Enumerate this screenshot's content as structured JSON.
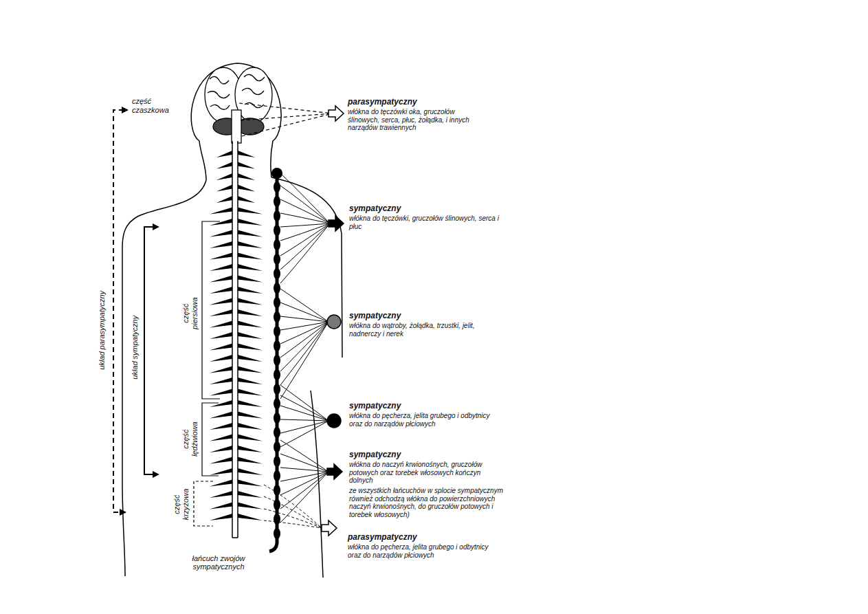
{
  "diagram": {
    "labels": [
      "część czaszkowa",
      "układ parasympatyczny",
      "układ sympatyczny",
      "część piersiowa",
      "część lędźwiowa",
      "część krzyżowa",
      "łańcuch zwojów sympatycznych",
      "parasympatyczny",
      "włókna do tęczówki oka, gruczołów ślinowych, serca, płuc, żołądka, i innych narządów trawiennych",
      "sympatyczny",
      "włókna do tęczówki, gruczołów ślinowych, serca i płuc",
      "sympatyczny",
      "włókna do wątroby, żołądka, trzustki, jelit, nadnerczy i nerek",
      "sympatyczny",
      "włókna do pęcherza, jelita grubego i odbytnicy oraz do narządów płciowych",
      "sympatyczny",
      "włókna do naczyń krwionośnych, gruczołów potowych oraz torebek włosowych kończyn dolnych",
      "ze wszystkich łańcuchów w splocie sympatycznym również odchodzą włókna do powierzchniowych naczyń krwionośnych, do gruczołów potowych i torebek włosowych)",
      "parasympatyczny",
      "włókna do pęcherza, jelita grubego i odbytnicy oraz do narządów płciowych"
    ]
  }
}
